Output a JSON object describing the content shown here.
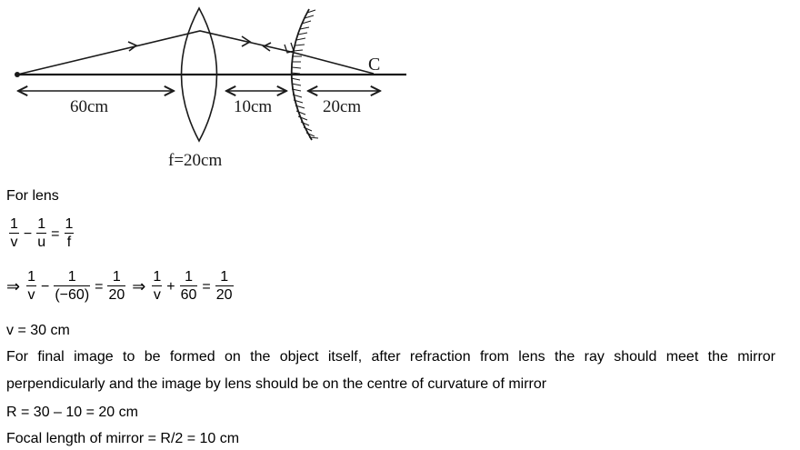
{
  "diagram": {
    "labels": {
      "object_distance": "60cm",
      "lens_mirror_gap": "10cm",
      "mirror_to_c": "20cm",
      "lens_focal": "f=20cm",
      "centre_of_curvature": "C"
    },
    "colors": {
      "stroke": "#1a1a1a",
      "text": "#1a1a1a"
    }
  },
  "solution": {
    "heading": "For lens",
    "lens_formula": {
      "t1": {
        "num": "1",
        "den": "v"
      },
      "op1": "−",
      "t2": {
        "num": "1",
        "den": "u"
      },
      "eq": "=",
      "t3": {
        "num": "1",
        "den": "f"
      }
    },
    "substitution": {
      "implies1": "⇒",
      "a1": {
        "num": "1",
        "den": "v"
      },
      "op1": "−",
      "a2": {
        "num": "1",
        "den": "(−60)"
      },
      "eq1": "=",
      "a3": {
        "num": "1",
        "den": "20"
      },
      "implies2": "⇒",
      "b1": {
        "num": "1",
        "den": "v"
      },
      "op2": "+",
      "b2": {
        "num": "1",
        "den": "60"
      },
      "eq2": "=",
      "b3": {
        "num": "1",
        "den": "20"
      }
    },
    "result_v": "v = 30 cm",
    "explanation": "For final image to be formed on the object itself, after refraction from lens the ray should meet the mirror perpendicularly and the image by lens should be on the centre of curvature of mirror",
    "radius": "R = 30 – 10 = 20 cm",
    "focal_mirror": "Focal length of mirror = R/2 = 10 cm"
  }
}
